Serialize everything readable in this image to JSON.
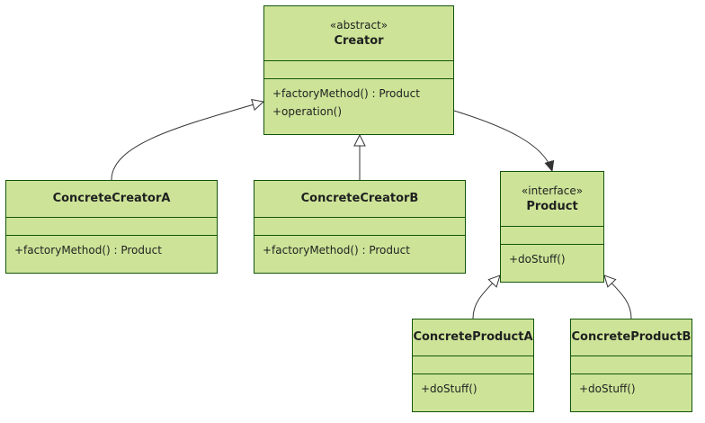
{
  "colors": {
    "class_fill": "#cde498",
    "class_border": "#13540c",
    "edge": "#333333",
    "text": "#1f2020"
  },
  "classes": {
    "creator": {
      "stereotype": "«abstract»",
      "name": "Creator",
      "methods": [
        "+factoryMethod() : Product",
        "+operation()"
      ]
    },
    "concrete_creator_a": {
      "name": "ConcreteCreatorA",
      "methods": [
        "+factoryMethod() : Product"
      ]
    },
    "concrete_creator_b": {
      "name": "ConcreteCreatorB",
      "methods": [
        "+factoryMethod() : Product"
      ]
    },
    "product": {
      "stereotype": "«interface»",
      "name": "Product",
      "methods": [
        "+doStuff()"
      ]
    },
    "concrete_product_a": {
      "name": "ConcreteProductA",
      "methods": [
        "+doStuff()"
      ]
    },
    "concrete_product_b": {
      "name": "ConcreteProductB",
      "methods": [
        "+doStuff()"
      ]
    }
  },
  "relations": [
    {
      "from": "concrete_creator_a",
      "to": "creator",
      "type": "inheritance"
    },
    {
      "from": "concrete_creator_b",
      "to": "creator",
      "type": "inheritance"
    },
    {
      "from": "creator",
      "to": "product",
      "type": "dependency"
    },
    {
      "from": "concrete_product_a",
      "to": "product",
      "type": "inheritance"
    },
    {
      "from": "concrete_product_b",
      "to": "product",
      "type": "inheritance"
    }
  ]
}
